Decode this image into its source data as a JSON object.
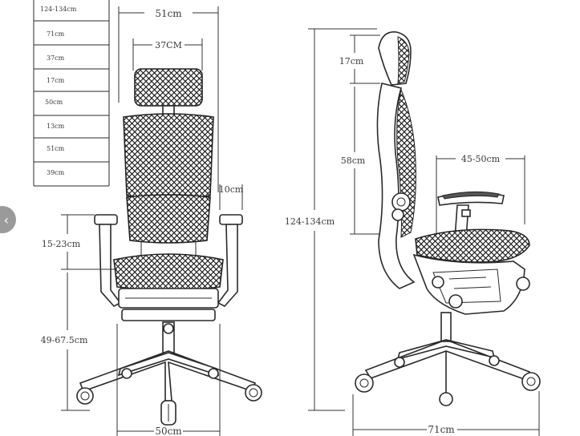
{
  "spec_table": {
    "rows": [
      "124-134cm",
      "71cm",
      "37cm",
      "17cm",
      "50cm",
      "13cm",
      "51cm",
      "39cm"
    ]
  },
  "front_view": {
    "seat_width": "51cm",
    "headrest_width": "37CM",
    "armrest_width": "10cm",
    "armrest_height_range": "15-23cm",
    "seat_height_range": "49-67.5cm",
    "base_width": "50cm"
  },
  "side_view": {
    "headrest_height": "17cm",
    "backrest_height": "58cm",
    "total_height_range": "124-134cm",
    "seat_depth_range": "45-50cm",
    "base_depth": "71cm"
  },
  "nav": {
    "back_icon": "chevron-left-icon",
    "back_glyph": "‹"
  },
  "colors": {
    "line": "#2a2a2a",
    "mesh_fill": "#555555",
    "nav_button": "#9a9a9a"
  }
}
